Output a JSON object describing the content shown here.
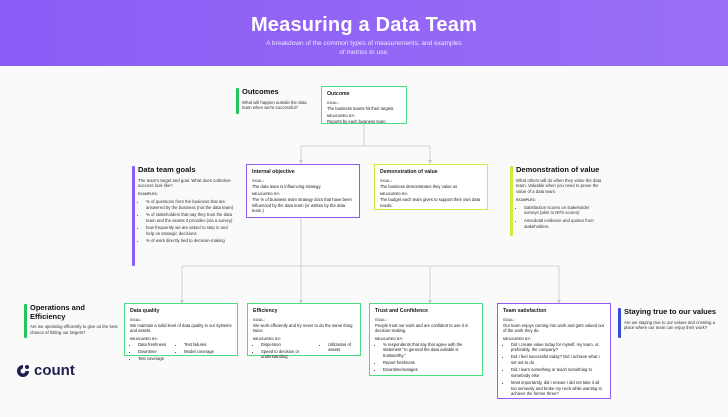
{
  "header": {
    "title": "Measuring a Data Team",
    "subtitle": "A breakdown of the common types of measurements, and examples of metrics to use."
  },
  "labels": {
    "goal": "GOAL:",
    "measured_by": "MEASURED BY:",
    "examples": "EXAMPLES:"
  },
  "outcomes_side": {
    "title": "Outcomes",
    "text": "What will happen outside the data team when we're successful?",
    "color": "#22c55e"
  },
  "outcome_box": {
    "title": "Outcome",
    "goal": "The business teams hit their targets",
    "measured_by": "Reports by each business team"
  },
  "goals_side": {
    "title": "Data team goals",
    "text": "The team's target and goal. What does collective success look like?",
    "items": [
      "% of questions from the business that are answered by the business (not the data team)",
      "% of stakeholders that say they trust the data team and the assets it provides (via a survey)",
      "how frequently we are asked to step in and help on strategic decisions",
      "% of work directly tied to decision-making"
    ],
    "color": "#8b5cf6"
  },
  "internal_box": {
    "title": "Internal objective",
    "goal": "The data team is influencing strategy.",
    "measured_by": "The % of business team strategy docs that have been influenced by the data team (or written by the data team.)"
  },
  "demo_box": {
    "title": "Demonstration of value",
    "goal": "The business demonstrates they value us",
    "measured_by": "The budget each team gives to support their own data needs."
  },
  "demo_side": {
    "title": "Demonstration of value",
    "text": "What others will do when they value the data team. Valuable when you need to prove the value of a data team.",
    "items": [
      "Satisfaction scores on stakeholder surveys (akin to NPS scores)",
      "Anecdotal evidence and quotes from stakeholders."
    ],
    "color": "#d4e83a"
  },
  "ops_side": {
    "title": "Operations and Efficiency",
    "text": "Are we operating efficiently to give us the best chance of hitting our targets?",
    "color": "#22c55e"
  },
  "quality_box": {
    "title": "Data quality",
    "goal": "We maintain a solid level of data quality in our systems and assets.",
    "col1": [
      "Data freshness",
      "Downtime",
      "Test coverage"
    ],
    "col2": [
      "Test failures",
      "Model coverage"
    ]
  },
  "efficiency_box": {
    "title": "Efficiency",
    "goal": "We work efficiently and try never to do the same thing twice.",
    "col1": [
      "Dispersion",
      "Speed to decision or understanding"
    ],
    "col2": [
      "Utilization of assets"
    ]
  },
  "trust_box": {
    "title": "Trust and Confidence",
    "goal": "People trust our work and are confident to use it in decision-making.",
    "items": [
      "% respondents that say that agree with the statement \"In general the data avilable is trustworthy.\"",
      "Report freshness",
      "Downtime/outages"
    ]
  },
  "satisfaction_box": {
    "title": "Team satisfaction",
    "goal": "Our team enjoys coming into work and gets valued out of the work they do.",
    "items": [
      "Did I create value today for myself, my team, or, preferably, the company?",
      "Did I feel successful today? Did I achieve what I set out to do",
      "Did I learn something or teach something to somebody else",
      "Most importantly, did I ensure I did not take it all too seriously and broke my neck while wanting to achieve the former three?"
    ]
  },
  "staying_side": {
    "title": "Staying true to our values",
    "text": "Are we staying true to our values and creating a place where our team can enjoy their work?",
    "color": "#3b4bd8"
  },
  "logo": {
    "name": "count"
  }
}
